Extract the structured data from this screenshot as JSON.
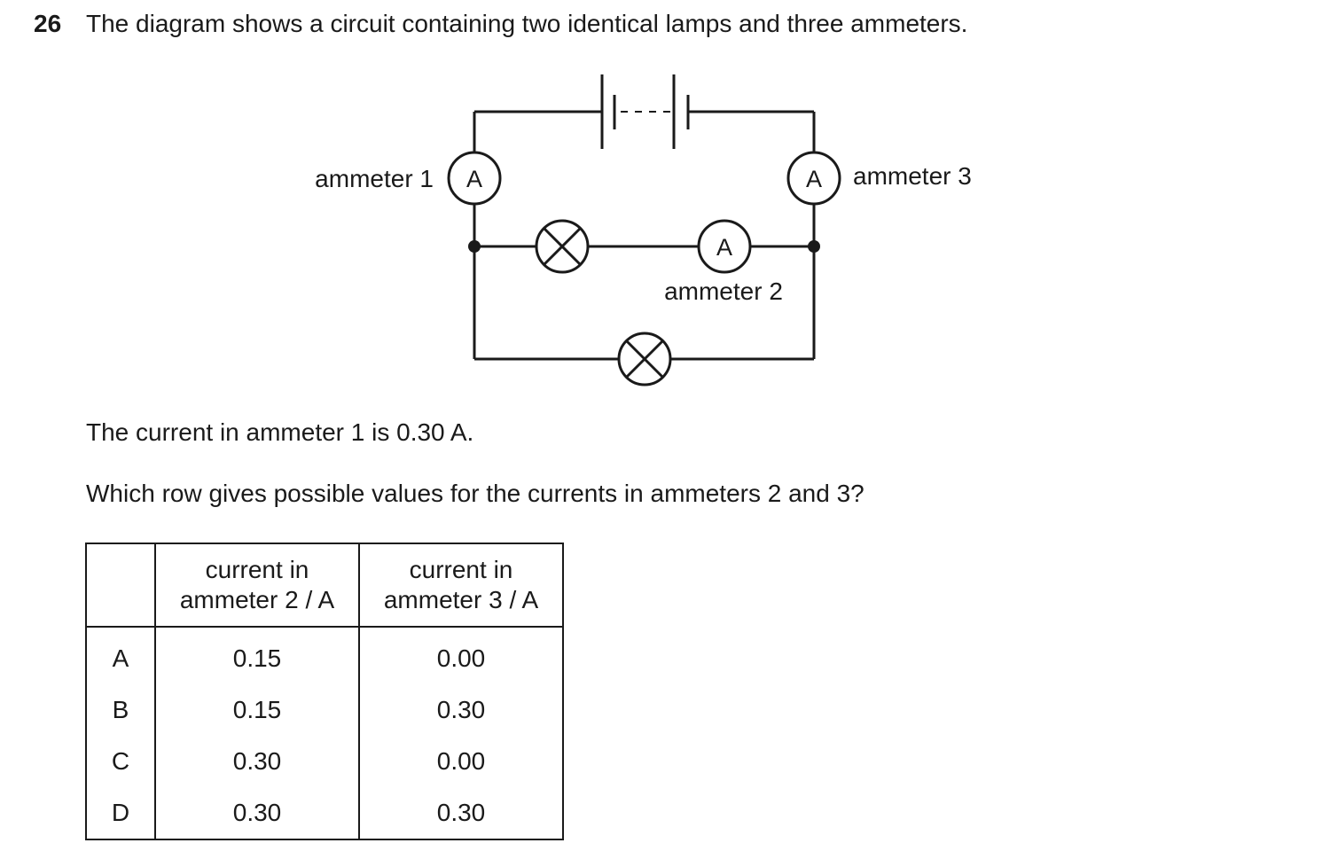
{
  "question": {
    "number": "26",
    "text": "The diagram shows a circuit containing two identical lamps and three ammeters."
  },
  "diagram": {
    "ammeter_symbol": "A",
    "ammeter_1_label": "ammeter 1",
    "ammeter_2_label": "ammeter 2",
    "ammeter_3_label": "ammeter 3"
  },
  "statement": "The current in ammeter 1 is 0.30 A.",
  "prompt": "Which row gives possible values for the currents in ammeters 2 and 3?",
  "table": {
    "header": {
      "col2_line1": "current in",
      "col2_line2": "ammeter 2 / A",
      "col3_line1": "current in",
      "col3_line2": "ammeter 3 / A"
    },
    "rows": [
      {
        "key": "A",
        "ammeter2": "0.15",
        "ammeter3": "0.00"
      },
      {
        "key": "B",
        "ammeter2": "0.15",
        "ammeter3": "0.30"
      },
      {
        "key": "C",
        "ammeter2": "0.30",
        "ammeter3": "0.00"
      },
      {
        "key": "D",
        "ammeter2": "0.30",
        "ammeter3": "0.30"
      }
    ]
  }
}
